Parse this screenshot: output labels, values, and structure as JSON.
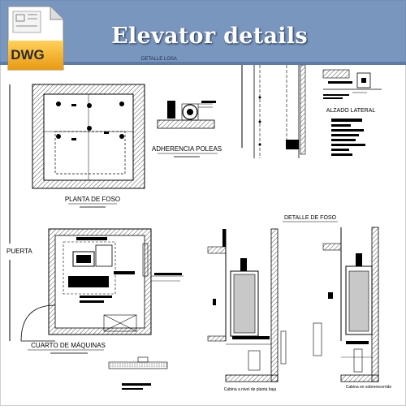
{
  "banner": {
    "title": "Elevator details",
    "file_badge": "DWG",
    "file_icon": "dwg-file-icon",
    "banner_color": "#5b7fb1"
  },
  "drawing": {
    "top_label": "DETALLE LOSA",
    "plan_foso": "PLANTA DE FOSO",
    "adherencia": "ADHERENCIA POLEAS",
    "alzado": "ALZADO LATERAL",
    "detalle_foso": "DETALLE DE FOSO",
    "cuarto": "CUARTO DE MÁQUINAS",
    "puerta": "PUERTA",
    "cabina_baja": "Cabina a nivel de planta baja",
    "cabina_recorrido": "Cabina en sobrerecorrido"
  }
}
